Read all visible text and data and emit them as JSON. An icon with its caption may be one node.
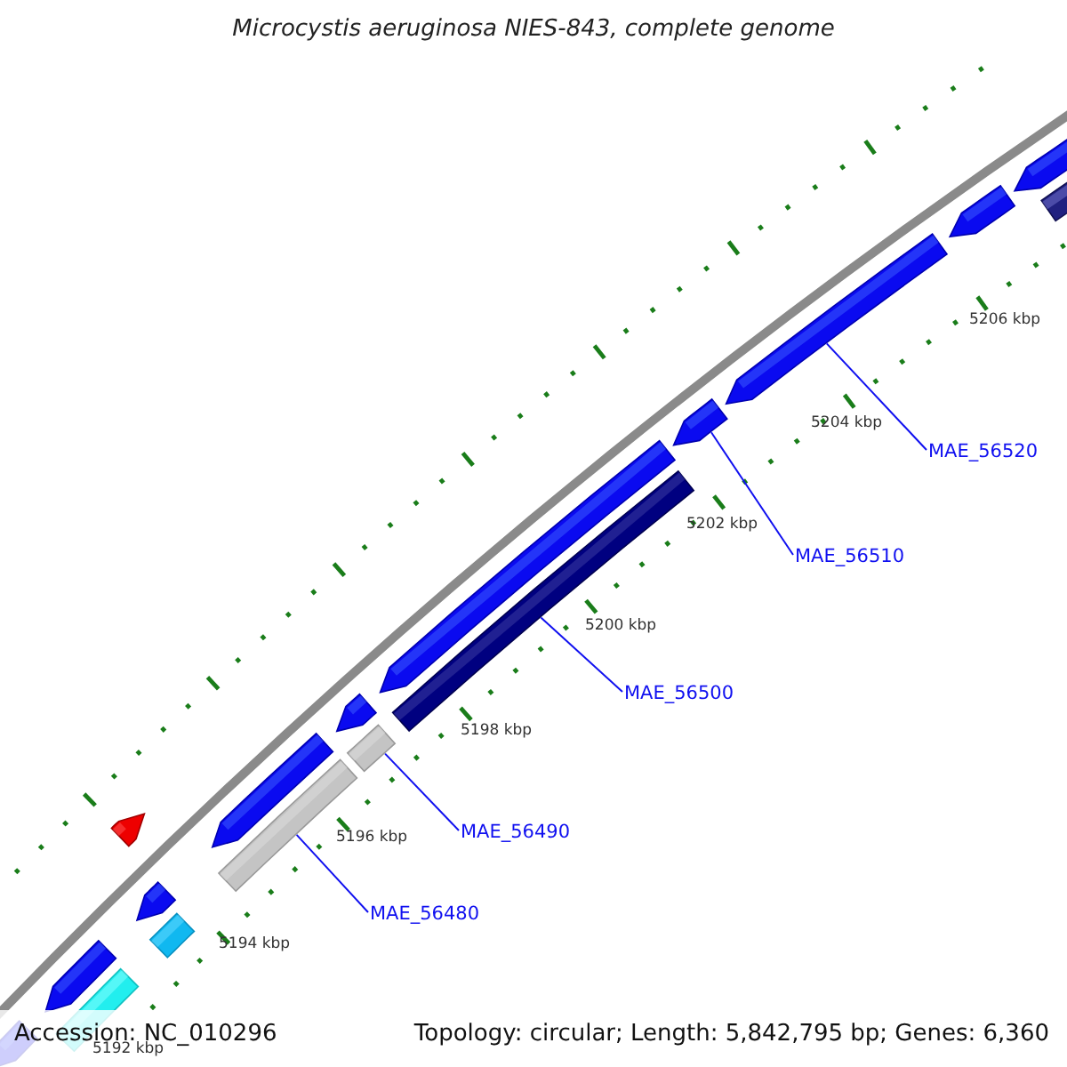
{
  "diagram": {
    "title": "Microcystis aeruginosa NIES-843, complete genome",
    "nodes": [
      {
        "text": [
          "MAE_56480"
        ]
      },
      {
        "text": [
          "MAE_56490"
        ]
      },
      {
        "text": [
          "MAE_56500"
        ]
      },
      {
        "text": [
          "MAE_56510"
        ]
      },
      {
        "text": [
          "MAE_56520"
        ]
      },
      {
        "text": [],
        "shape": "bar"
      },
      {
        "text": [],
        "shape": "bar"
      },
      {
        "text": [],
        "shape": "bar"
      },
      {
        "text": [],
        "shape": "bar"
      },
      {
        "text": [],
        "shape": "bar"
      },
      {
        "text": [],
        "shape": "bar"
      },
      {
        "text": [],
        "shape": "bar"
      },
      {
        "text": [],
        "shape": "bar"
      },
      {
        "text": [],
        "shape": "bar"
      },
      {
        "text": [],
        "shape": "bar"
      },
      {
        "text": [],
        "shape": "bar"
      },
      {
        "text": [],
        "shape": "bar"
      },
      {
        "text": [],
        "shape": "bar"
      },
      {
        "text": [],
        "shape": "bar"
      },
      {
        "text": [],
        "shape": "bar"
      },
      {
        "text": [],
        "shape": "bar"
      },
      {
        "text": [],
        "shape": "bar"
      }
    ],
    "edges": [
      {
        "from": 0,
        "to": 11,
        "arrow": "none"
      },
      {
        "from": 1,
        "to": 13,
        "arrow": "none"
      },
      {
        "from": 2,
        "to": 15,
        "arrow": "none"
      },
      {
        "from": 3,
        "to": 17,
        "arrow": "none"
      },
      {
        "from": 4,
        "to": 18,
        "arrow": "none"
      }
    ],
    "labels": [
      "5206 kbp",
      "5204 kbp",
      "5202 kbp",
      "5200 kbp",
      "5198 kbp",
      "5196 kbp",
      "5194 kbp",
      "5192 kbp",
      "Accession: NC_010296",
      "Topology: circular; Length: 5,842,795 bp; Genes: 6,360"
    ]
  }
}
